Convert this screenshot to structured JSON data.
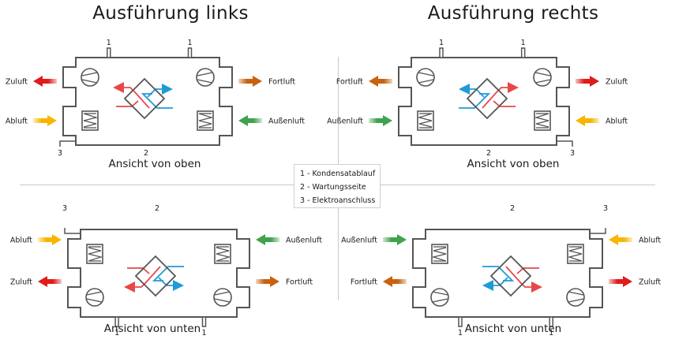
{
  "titles": {
    "left": "Ausführung links",
    "right": "Ausführung rechts"
  },
  "legend": {
    "items": [
      "1 - Kondensatablauf",
      "2 - Wartungsseite",
      "3 - Elektroanschluss"
    ]
  },
  "colors": {
    "outline": "#555555",
    "warm_line": "#e8474a",
    "cold_line": "#1f9ad8",
    "zuluft": "#e01b1b",
    "abluft": "#f7b500",
    "fortluft": "#c8620e",
    "aussenluft": "#3fa34d"
  },
  "panels": [
    {
      "id": "left-top",
      "caption": "Ansicht von oben",
      "flipX": false,
      "flipY": false,
      "marker_condensate": "1",
      "marker_service": "2",
      "marker_electric": "3",
      "left_ports": [
        {
          "label": "Zuluft",
          "direction": "out",
          "color": "zuluft"
        },
        {
          "label": "Abluft",
          "direction": "in",
          "color": "abluft"
        }
      ],
      "right_ports": [
        {
          "label": "Fortluft",
          "direction": "out",
          "color": "fortluft"
        },
        {
          "label": "Außenluft",
          "direction": "in",
          "color": "aussenluft"
        }
      ]
    },
    {
      "id": "right-top",
      "caption": "Ansicht von oben",
      "flipX": true,
      "flipY": false,
      "marker_condensate": "1",
      "marker_service": "2",
      "marker_electric": "3",
      "left_ports": [
        {
          "label": "Fortluft",
          "direction": "out",
          "color": "fortluft"
        },
        {
          "label": "Außenluft",
          "direction": "in",
          "color": "aussenluft"
        }
      ],
      "right_ports": [
        {
          "label": "Zuluft",
          "direction": "out",
          "color": "zuluft"
        },
        {
          "label": "Abluft",
          "direction": "in",
          "color": "abluft"
        }
      ]
    },
    {
      "id": "left-bottom",
      "caption": "Ansicht von unten",
      "flipX": false,
      "flipY": true,
      "marker_condensate": "1",
      "marker_service": "2",
      "marker_electric": "3",
      "left_ports": [
        {
          "label": "Abluft",
          "direction": "in",
          "color": "abluft"
        },
        {
          "label": "Zuluft",
          "direction": "out",
          "color": "zuluft"
        }
      ],
      "right_ports": [
        {
          "label": "Außenluft",
          "direction": "in",
          "color": "aussenluft"
        },
        {
          "label": "Fortluft",
          "direction": "out",
          "color": "fortluft"
        }
      ]
    },
    {
      "id": "right-bottom",
      "caption": "Ansicht von unten",
      "flipX": true,
      "flipY": true,
      "marker_condensate": "1",
      "marker_service": "2",
      "marker_electric": "3",
      "left_ports": [
        {
          "label": "Außenluft",
          "direction": "in",
          "color": "aussenluft"
        },
        {
          "label": "Fortluft",
          "direction": "out",
          "color": "fortluft"
        }
      ],
      "right_ports": [
        {
          "label": "Abluft",
          "direction": "in",
          "color": "abluft"
        },
        {
          "label": "Zuluft",
          "direction": "out",
          "color": "zuluft"
        }
      ]
    }
  ]
}
